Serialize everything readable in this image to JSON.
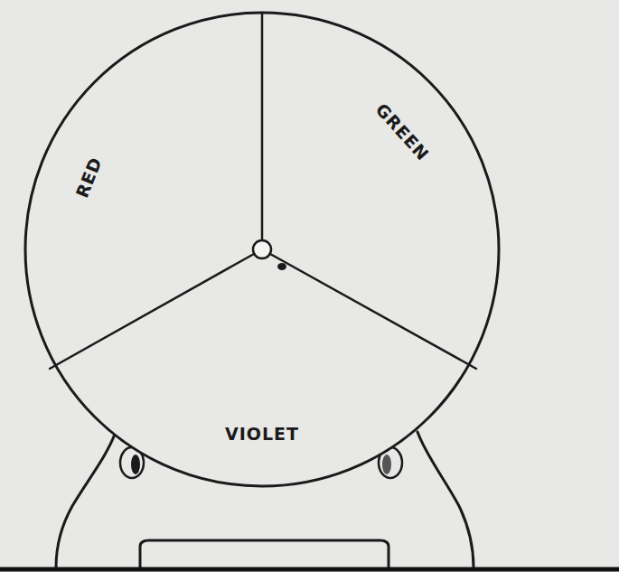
{
  "diagram": {
    "labels": [
      "RED",
      "GREEN",
      "VIOLET"
    ]
  }
}
